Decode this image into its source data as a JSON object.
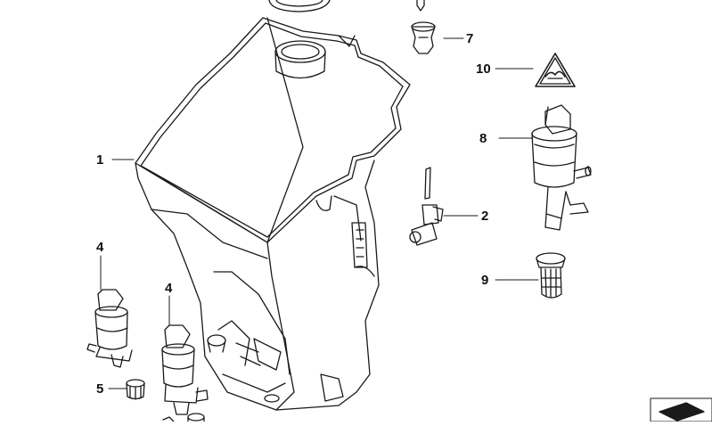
{
  "diagram": {
    "callouts": [
      {
        "id": "c1",
        "label": "1"
      },
      {
        "id": "c2",
        "label": "2"
      },
      {
        "id": "c4a",
        "label": "4"
      },
      {
        "id": "c4b",
        "label": "4"
      },
      {
        "id": "c5",
        "label": "5"
      },
      {
        "id": "c7",
        "label": "7"
      },
      {
        "id": "c8",
        "label": "8"
      },
      {
        "id": "c9",
        "label": "9"
      },
      {
        "id": "c10",
        "label": "10"
      }
    ],
    "warning_label_symbol": "warning-triangle-icon",
    "corner_icon": "parts-symbol-icon"
  }
}
